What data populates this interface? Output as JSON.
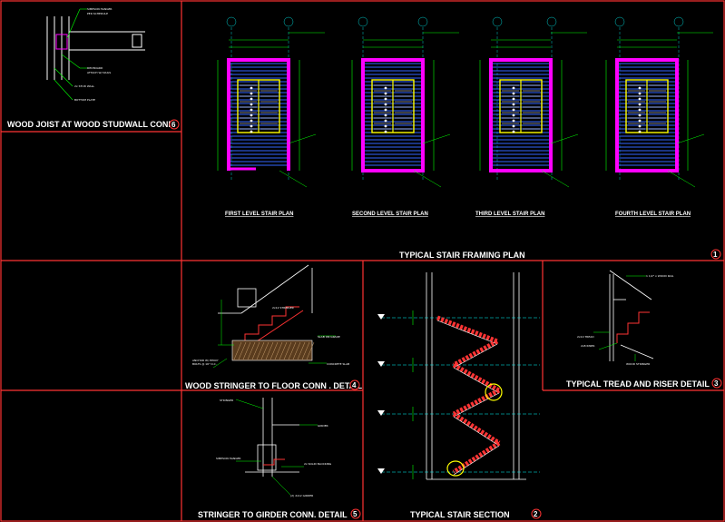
{
  "colors": {
    "background": "#000000",
    "frame": "#ff3333",
    "wall": "#ff00ff",
    "stair": "#ffff00",
    "dimension": "#00ff00",
    "grid": "#00ffff",
    "framing": "#3366ff"
  },
  "panels": {
    "p6": {
      "title": "WOOD JOIST AT WOOD STUDWALL CONN.",
      "number": "6"
    },
    "p1": {
      "title": "TYPICAL STAIR FRAMING PLAN",
      "number": "1"
    },
    "p4": {
      "title": "WOOD STRINGER TO FLOOR CONN . DETAIL",
      "number": "4"
    },
    "p5": {
      "title": "STRINGER TO GIRDER CONN. DETAIL",
      "number": "5"
    },
    "p2": {
      "title": "TYPICAL STAIR SECTION",
      "number": "2"
    },
    "p3": {
      "title": "TYPICAL TREAD AND RISER DETAIL",
      "number": "3"
    }
  },
  "plans": [
    {
      "label": "FIRST LEVEL STAIR PLAN"
    },
    {
      "label": "SECOND LEVEL STAIR PLAN"
    },
    {
      "label": "THIRD LEVEL STAIR PLAN"
    },
    {
      "label": "FOURTH LEVEL STAIR PLAN"
    }
  ]
}
